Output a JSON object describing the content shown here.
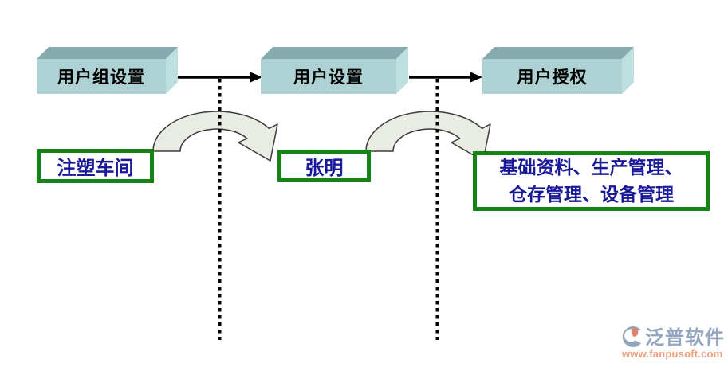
{
  "diagram": {
    "flow_boxes": [
      {
        "label": "用户组设置"
      },
      {
        "label": "用户设置"
      },
      {
        "label": "用户授权"
      }
    ],
    "annotation_boxes": [
      {
        "label": "注塑车间"
      },
      {
        "label": "张明"
      },
      {
        "line1": "基础资料、生产管理、",
        "line2": "仓存管理、设备管理"
      }
    ],
    "colors": {
      "box_front": "#aed2d3",
      "box_top": "#85abaf",
      "box_side": "#bedfe0",
      "annotation_border": "#148414",
      "annotation_text": "#1a1a99",
      "curved_arrow_fill": "#e9ece3",
      "connector": "#000000"
    }
  },
  "watermark": {
    "brand": "泛普软件",
    "url": "www.fanpusoft.com",
    "brand_color": "#94a6bf",
    "url_color": "#ec9f7f"
  }
}
